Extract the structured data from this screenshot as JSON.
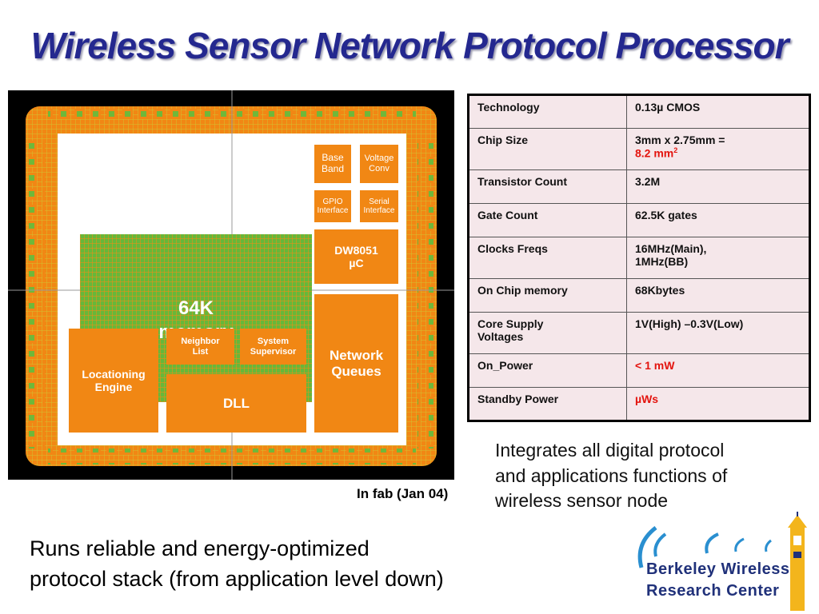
{
  "slide": {
    "title": "Wireless Sensor Network Protocol Processor",
    "chip": {
      "blocks": {
        "memory": [
          "64K",
          "memory"
        ],
        "base_band": [
          "Base",
          "Band"
        ],
        "voltage_conv": [
          "Voltage",
          "Conv"
        ],
        "gpio": [
          "GPIO",
          "Interface"
        ],
        "serial": [
          "Serial",
          "Interface"
        ],
        "dw8051": [
          "DW8051",
          "µC"
        ],
        "neighbor": [
          "Neighbor",
          "List"
        ],
        "supervisor": [
          "System",
          "Supervisor"
        ],
        "network_queues": [
          "Network",
          "Queues"
        ],
        "locationing": [
          "Locationing",
          "Engine"
        ],
        "dll": "DLL"
      },
      "caption": "In fab (Jan 04)"
    },
    "specs": [
      {
        "label": "Technology",
        "value": "0.13µ CMOS"
      },
      {
        "label": "Chip Size",
        "value": "3mm x 2.75mm =",
        "value_extra": "8.2 mm",
        "value_extra_sup": "2"
      },
      {
        "label": "Transistor Count",
        "value": "3.2M"
      },
      {
        "label": "Gate Count",
        "value": "62.5K gates"
      },
      {
        "label": "Clocks Freqs",
        "value": "16MHz(Main),",
        "value_line2": "1MHz(BB)"
      },
      {
        "label": "On Chip memory",
        "value": "68Kbytes"
      },
      {
        "label": "Core Supply",
        "label_line2": "Voltages",
        "value": "1V(High) –0.3V(Low)"
      },
      {
        "label": "On_Power",
        "value": "< 1 mW"
      },
      {
        "label": "Standby Power",
        "value": "µWs"
      }
    ],
    "note": [
      "Integrates all digital protocol",
      "and applications functions of",
      "wireless sensor node"
    ],
    "body": [
      "Runs reliable and energy-optimized",
      "protocol stack (from application level down)"
    ],
    "logo": {
      "line1": "Berkeley Wireless",
      "line2": "Research Center"
    },
    "colors": {
      "title": "#24288f",
      "block": "#f18714",
      "highlight": "#e3140e",
      "table_bg": "#f5e7ea",
      "logo_text": "#20317a",
      "logo_arc": "#2a8fd0",
      "tower": "#f3b51c"
    }
  }
}
